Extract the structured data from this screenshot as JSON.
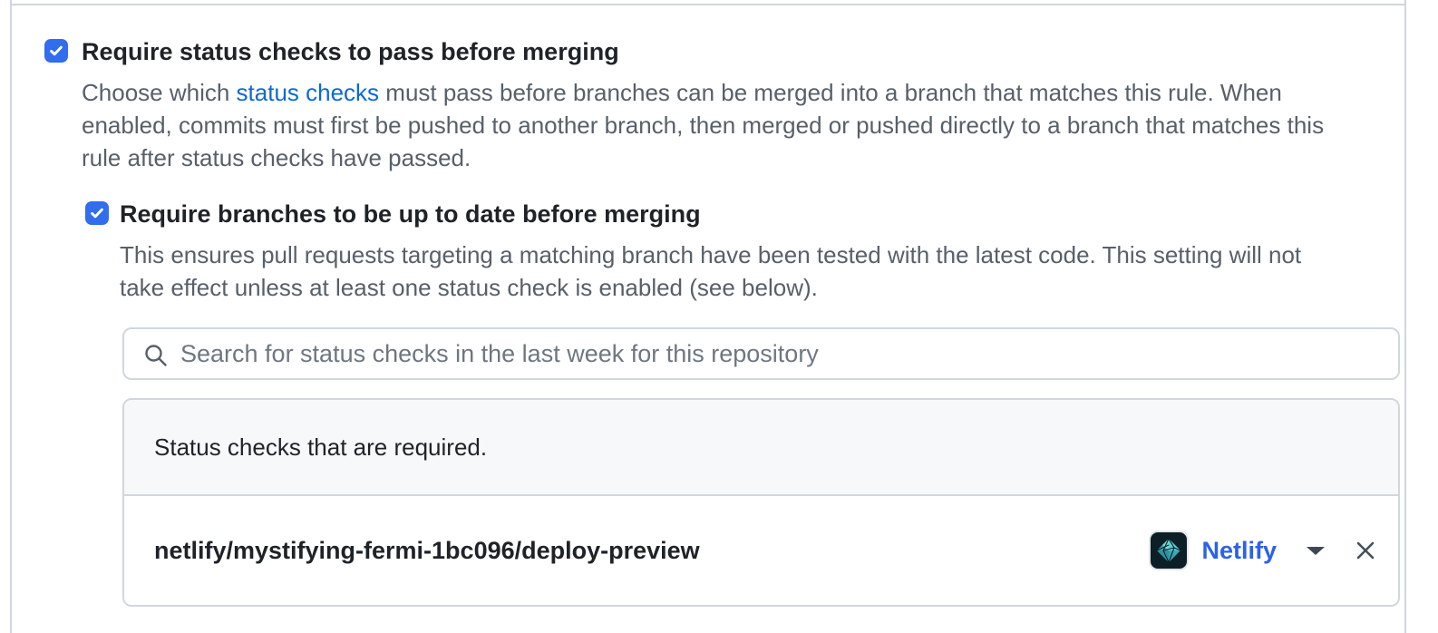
{
  "colors": {
    "checkbox_accent": "#316dec",
    "link_blue": "#0969da",
    "app_link_blue": "#2b62e9",
    "border": "#d0d7de",
    "box_header_bg": "#f6f8fa",
    "heading_text": "#1f2328",
    "muted_text": "#57606a",
    "netlify_avatar_bg": "#0c1f27",
    "netlify_logo_teal": "#4ec4cf"
  },
  "rule_form": {
    "status_checks": {
      "checked": true,
      "label": "Require status checks to pass before merging",
      "description_before_link": "Choose which ",
      "link_text": "status checks",
      "description_after_link": " must pass before branches can be merged into a branch that matches this rule. When enabled, commits must first be pushed to another branch, then merged or pushed directly to a branch that matches this rule after status checks have passed."
    },
    "up_to_date": {
      "checked": true,
      "label": "Require branches to be up to date before merging",
      "description": "This ensures pull requests targeting a matching branch have been tested with the latest code. This setting will not take effect unless at least one status check is enabled (see below)."
    },
    "search": {
      "placeholder": "Search for status checks in the last week for this repository"
    },
    "required_checks": {
      "header": "Status checks that are required.",
      "items": [
        {
          "name": "netlify/mystifying-fermi-1bc096/deploy-preview",
          "app_name": "Netlify"
        }
      ]
    }
  }
}
